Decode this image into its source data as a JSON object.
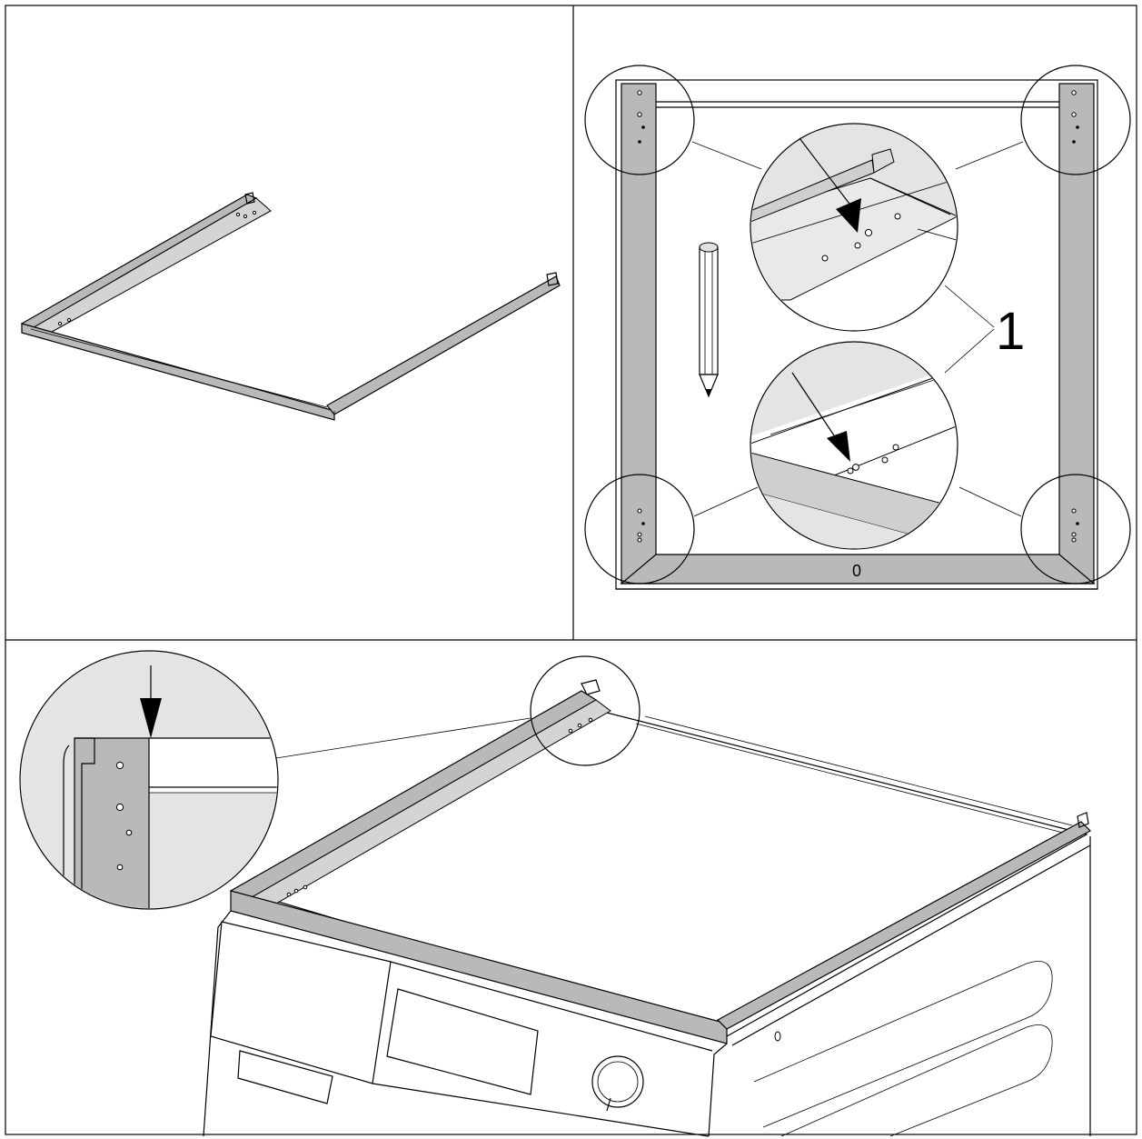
{
  "figure": {
    "panels": [
      {
        "id": "panel-1",
        "content": "frame-overview"
      },
      {
        "id": "panel-2",
        "content": "marking-positions"
      },
      {
        "id": "panel-3",
        "content": "frame-on-appliance"
      }
    ],
    "callout_label": "1",
    "bottom_mark": "0",
    "icons": [
      "pencil-icon",
      "arrow-down-icon"
    ]
  }
}
